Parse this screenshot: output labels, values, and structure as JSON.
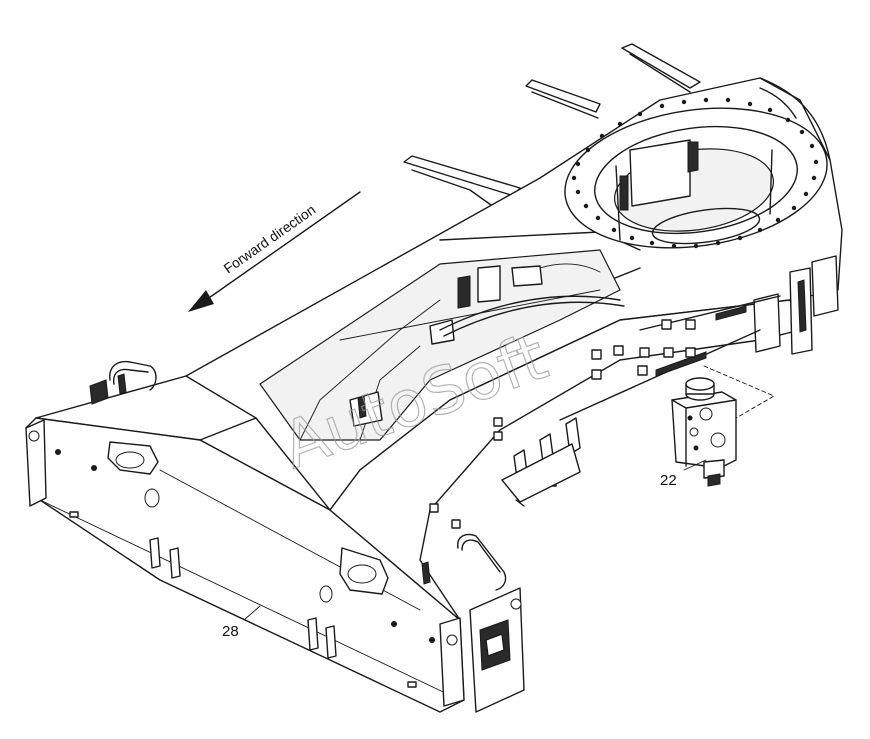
{
  "diagram": {
    "direction_label": "Forward direction",
    "callouts": [
      {
        "id": "22",
        "label": "22"
      },
      {
        "id": "28",
        "label": "28"
      }
    ],
    "watermark": "AutoSoft"
  }
}
